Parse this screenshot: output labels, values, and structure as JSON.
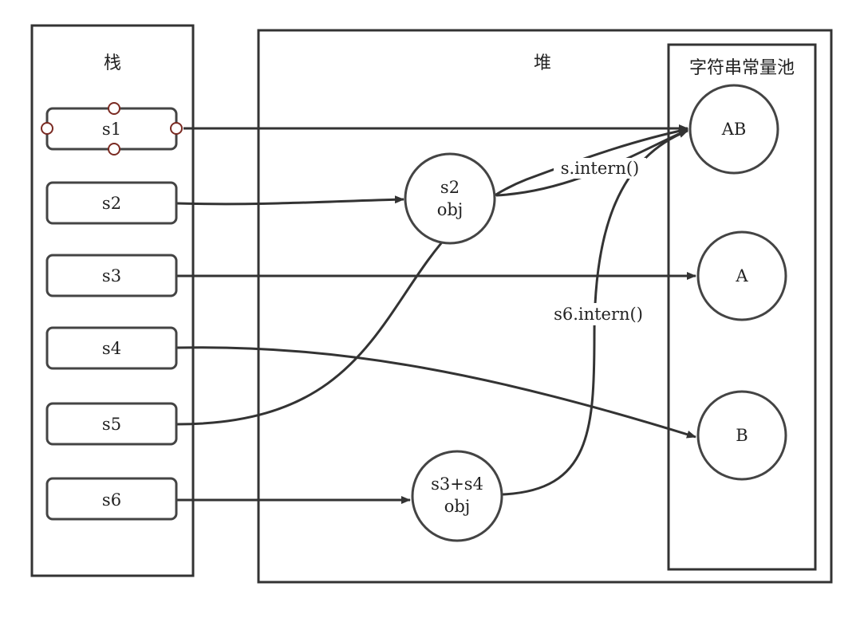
{
  "stack": {
    "title": "栈",
    "vars": [
      "s1",
      "s2",
      "s3",
      "s4",
      "s5",
      "s6"
    ]
  },
  "heap": {
    "title": "堆",
    "objects": {
      "s2_obj": [
        "s2",
        "obj"
      ],
      "s3s4_obj": [
        "s3+s4",
        "obj"
      ]
    }
  },
  "pool": {
    "title": "字符串常量池",
    "constants": {
      "AB": "AB",
      "A": "A",
      "B": "B"
    }
  },
  "edge_labels": {
    "s2_intern": "s.intern()",
    "s6_intern": "s6.intern()"
  }
}
